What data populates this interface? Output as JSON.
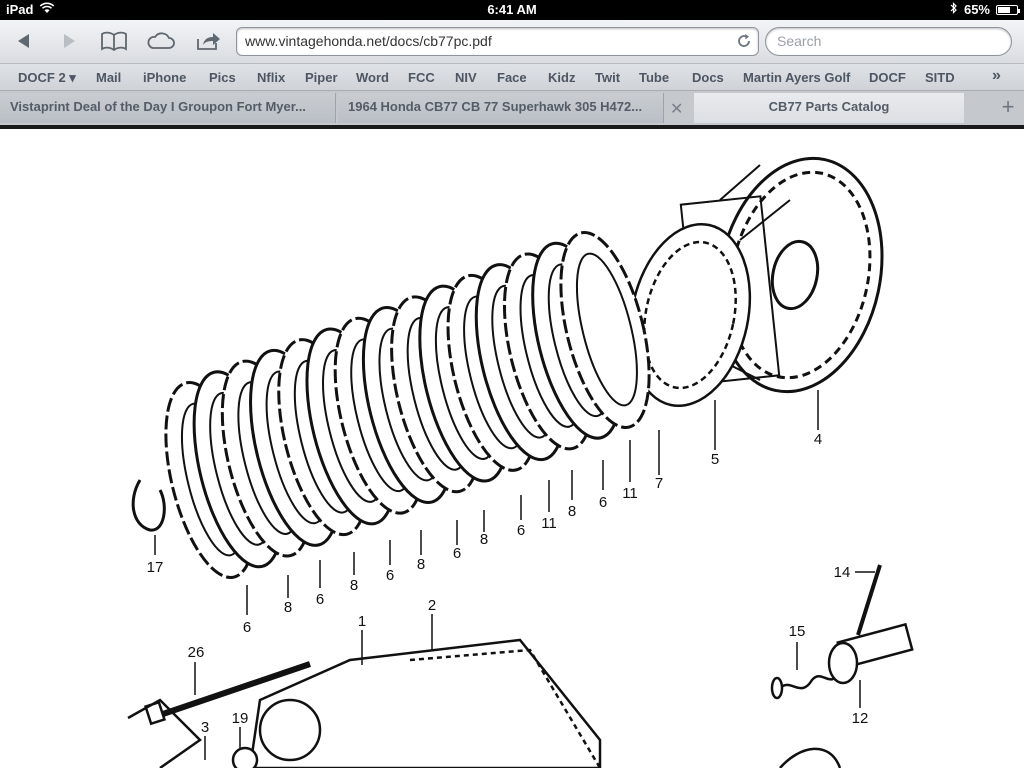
{
  "status": {
    "device": "iPad",
    "time": "6:41 AM",
    "battery": "65%",
    "battery_level": 0.65
  },
  "toolbar": {
    "url": "www.vintagehonda.net/docs/cb77pc.pdf",
    "search_placeholder": "Search"
  },
  "bookmarks": [
    "DOCF 2 ▾",
    "Mail",
    "iPhone",
    "Pics",
    "Nflix",
    "Piper",
    "Word",
    "FCC",
    "NIV",
    "Face",
    "Kidz",
    "Twit",
    "Tube",
    "Docs",
    "Martin Ayers Golf",
    "DOCF",
    "SITD",
    "»"
  ],
  "tabs": [
    {
      "label": "Vistaprint Deal of the Day I Groupon Fort Myer..."
    },
    {
      "label": "1964 Honda CB77 CB 77 Superhawk 305 H472..."
    },
    {
      "label": "CB77 Parts Catalog"
    }
  ],
  "diagram": {
    "labels": [
      "17",
      "6",
      "8",
      "6",
      "8",
      "6",
      "8",
      "6",
      "8",
      "6",
      "11",
      "8",
      "6",
      "11",
      "7",
      "5",
      "4",
      "14",
      "15",
      "12",
      "26",
      "1",
      "2",
      "3",
      "19"
    ]
  }
}
